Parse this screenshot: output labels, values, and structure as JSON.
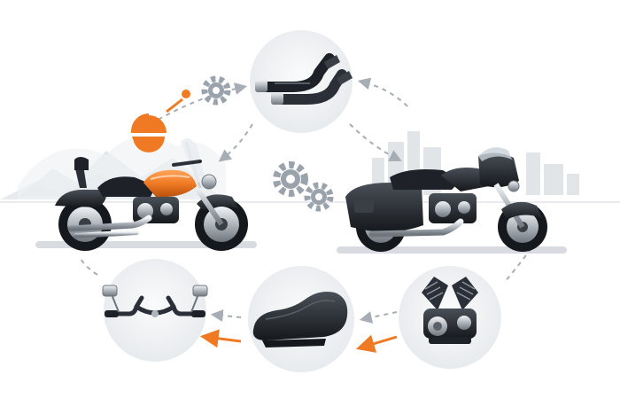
{
  "diagram": {
    "left_bike": {
      "kind": "cruiser motorcycle",
      "accent": "#f07a24"
    },
    "right_bike": {
      "kind": "touring bagger motorcycle"
    },
    "parts": [
      {
        "name": "exhaust-pipes",
        "icon": "exhaust-icon"
      },
      {
        "name": "v-twin-engine",
        "icon": "engine-icon"
      },
      {
        "name": "seat",
        "icon": "seat-icon"
      },
      {
        "name": "handlebars",
        "icon": "handlebar-icon"
      }
    ],
    "colors": {
      "accent": "#f07a24",
      "dark": "#1e2228",
      "chrome": "#aeb4bb",
      "gear": "#9aa3ac",
      "circle_bg": "#eef0f2",
      "arrow_gray": "#a7adb4"
    }
  }
}
